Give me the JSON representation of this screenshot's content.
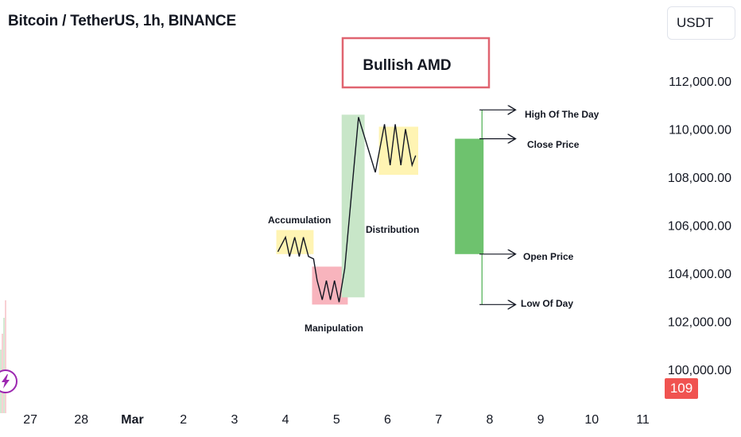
{
  "header": {
    "symbol": "Bitcoin / TetherUS, 1h, BINANCE",
    "currency": "USDT"
  },
  "price_badge": "109",
  "colors": {
    "title_border": "#e06470",
    "accumulation": "#fff4b3",
    "manipulation": "#f8b4bd",
    "distribution_bar": "#c8e6c8",
    "candle": "#6ec26e",
    "candle_wick": "#4caf50",
    "badge": "#f05350",
    "left_candles": "#f0a0a8",
    "lightning": "#9c27b0"
  },
  "icons": {
    "bottom_left": "lightning-icon"
  },
  "chart_data": {
    "type": "annotated-price-chart",
    "title": "Bullish AMD",
    "y_ticks": [
      112000,
      110000,
      108000,
      106000,
      104000,
      102000,
      100000
    ],
    "y_tick_labels": [
      "112,000.00",
      "110,000.00",
      "108,000.00",
      "106,000.00",
      "104,000.00",
      "102,000.00",
      "100,000.00"
    ],
    "x_ticks": [
      "27",
      "28",
      "Mar",
      "2",
      "3",
      "4",
      "5",
      "6",
      "7",
      "8",
      "9",
      "10",
      "11"
    ],
    "annotations": {
      "accumulation": "Accumulation",
      "manipulation": "Manipulation",
      "distribution": "Distribution",
      "high": "High Of The Day",
      "close": "Close Price",
      "open": "Open Price",
      "low": "Low Of Day"
    },
    "boxes": {
      "accumulation": {
        "x0": 3.82,
        "x1": 4.55,
        "y0": 104800,
        "y1": 105800
      },
      "manipulation": {
        "x0": 4.52,
        "x1": 5.22,
        "y0": 102700,
        "y1": 104280
      },
      "distribution": {
        "x0": 5.1,
        "x1": 5.55,
        "y0": 103000,
        "y1": 110600
      },
      "late_accumulation": {
        "x0": 5.83,
        "x1": 6.6,
        "y0": 108100,
        "y1": 110100
      }
    },
    "price_path": [
      [
        3.85,
        104900
      ],
      [
        4.0,
        105500
      ],
      [
        4.08,
        104700
      ],
      [
        4.18,
        105500
      ],
      [
        4.27,
        104700
      ],
      [
        4.35,
        105500
      ],
      [
        4.45,
        104700
      ],
      [
        4.55,
        104600
      ],
      [
        4.62,
        103700
      ],
      [
        4.72,
        102900
      ],
      [
        4.8,
        103700
      ],
      [
        4.88,
        102900
      ],
      [
        4.96,
        103700
      ],
      [
        5.05,
        102800
      ],
      [
        5.16,
        104200
      ],
      [
        5.43,
        110500
      ],
      [
        5.76,
        108200
      ],
      [
        5.94,
        110200
      ],
      [
        6.05,
        108500
      ],
      [
        6.15,
        110200
      ],
      [
        6.26,
        108500
      ],
      [
        6.35,
        110000
      ],
      [
        6.48,
        108500
      ],
      [
        6.55,
        108900
      ]
    ],
    "candle": {
      "x": 7.6,
      "open": 104800,
      "high": 110800,
      "low": 102700,
      "close": 109600
    },
    "arrows": {
      "high": {
        "x0": 7.8,
        "x1": 8.6,
        "y": 110800
      },
      "close": {
        "x0": 7.8,
        "x1": 8.6,
        "y": 109600
      },
      "open": {
        "x0": 7.8,
        "x1": 8.6,
        "y": 104800
      },
      "low": {
        "x0": 7.8,
        "x1": 8.6,
        "y": 102700
      }
    }
  }
}
